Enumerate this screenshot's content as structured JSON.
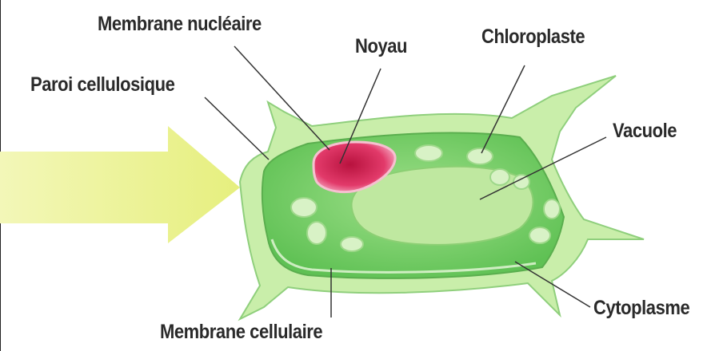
{
  "labels": {
    "membrane_nucleaire": "Membrane nucléaire",
    "noyau": "Noyau",
    "chloroplaste": "Chloroplaste",
    "paroi_cellulosique": "Paroi cellulosique",
    "vacuole": "Vacuole",
    "cytoplasme": "Cytoplasme",
    "membrane_cellulaire": "Membrane cellulaire"
  },
  "colors": {
    "arrow": "#ecf39a",
    "cell_wall": "#c9eeaa",
    "cytoplasm": "#79d36a",
    "vacuole": "#bfe8a0",
    "nucleus": "#e23a6a",
    "chloroplast": "#d8f2c6",
    "label_text": "#2a2a2a",
    "leader_line": "#333333"
  }
}
